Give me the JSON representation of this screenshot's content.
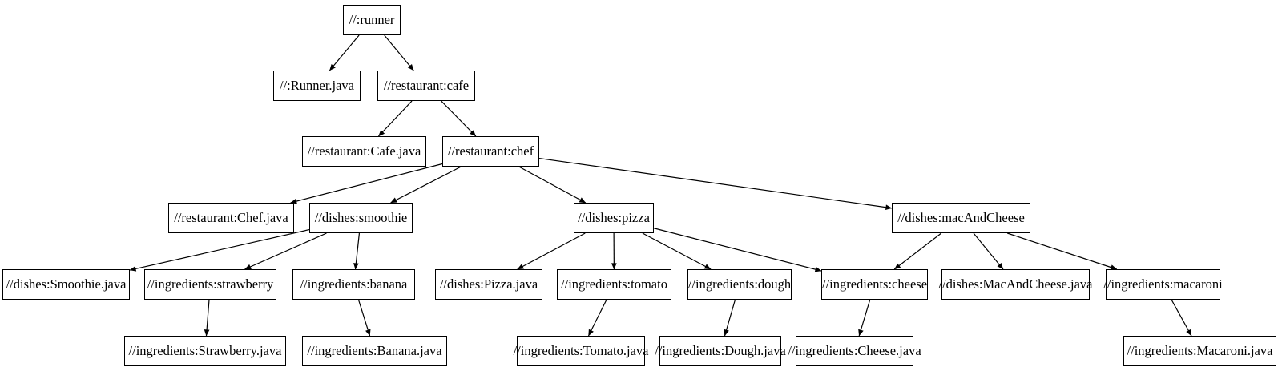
{
  "diagram": {
    "type": "dependency-graph",
    "colors": {
      "background": "#ffffff",
      "node_fill": "#ffffff",
      "node_border": "#000000",
      "text": "#000000",
      "edge": "#000000"
    },
    "nodes": [
      {
        "id": "runner",
        "label": "//:runner"
      },
      {
        "id": "runner_java",
        "label": "//:Runner.java"
      },
      {
        "id": "cafe",
        "label": "//restaurant:cafe"
      },
      {
        "id": "cafe_java",
        "label": "//restaurant:Cafe.java"
      },
      {
        "id": "chef",
        "label": "//restaurant:chef"
      },
      {
        "id": "chef_java",
        "label": "//restaurant:Chef.java"
      },
      {
        "id": "smoothie",
        "label": "//dishes:smoothie"
      },
      {
        "id": "smoothie_java",
        "label": "//dishes:Smoothie.java"
      },
      {
        "id": "strawberry",
        "label": "//ingredients:strawberry"
      },
      {
        "id": "strawberry_java",
        "label": "//ingredients:Strawberry.java"
      },
      {
        "id": "banana",
        "label": "//ingredients:banana"
      },
      {
        "id": "banana_java",
        "label": "//ingredients:Banana.java"
      },
      {
        "id": "pizza",
        "label": "//dishes:pizza"
      },
      {
        "id": "pizza_java",
        "label": "//dishes:Pizza.java"
      },
      {
        "id": "tomato",
        "label": "//ingredients:tomato"
      },
      {
        "id": "tomato_java",
        "label": "//ingredients:Tomato.java"
      },
      {
        "id": "dough",
        "label": "//ingredients:dough"
      },
      {
        "id": "dough_java",
        "label": "//ingredients:Dough.java"
      },
      {
        "id": "cheese",
        "label": "//ingredients:cheese"
      },
      {
        "id": "cheese_java",
        "label": "//ingredients:Cheese.java"
      },
      {
        "id": "mac_and_cheese",
        "label": "//dishes:macAndCheese"
      },
      {
        "id": "mac_and_cheese_java",
        "label": "//dishes:MacAndCheese.java"
      },
      {
        "id": "macaroni",
        "label": "//ingredients:macaroni"
      },
      {
        "id": "macaroni_java",
        "label": "//ingredients:Macaroni.java"
      }
    ],
    "edges": [
      {
        "from": "runner",
        "to": "runner_java"
      },
      {
        "from": "runner",
        "to": "cafe"
      },
      {
        "from": "cafe",
        "to": "cafe_java"
      },
      {
        "from": "cafe",
        "to": "chef"
      },
      {
        "from": "chef",
        "to": "chef_java"
      },
      {
        "from": "chef",
        "to": "smoothie"
      },
      {
        "from": "chef",
        "to": "pizza"
      },
      {
        "from": "chef",
        "to": "mac_and_cheese"
      },
      {
        "from": "smoothie",
        "to": "smoothie_java"
      },
      {
        "from": "smoothie",
        "to": "strawberry"
      },
      {
        "from": "smoothie",
        "to": "banana"
      },
      {
        "from": "strawberry",
        "to": "strawberry_java"
      },
      {
        "from": "banana",
        "to": "banana_java"
      },
      {
        "from": "pizza",
        "to": "pizza_java"
      },
      {
        "from": "pizza",
        "to": "tomato"
      },
      {
        "from": "pizza",
        "to": "dough"
      },
      {
        "from": "pizza",
        "to": "cheese"
      },
      {
        "from": "tomato",
        "to": "tomato_java"
      },
      {
        "from": "dough",
        "to": "dough_java"
      },
      {
        "from": "cheese",
        "to": "cheese_java"
      },
      {
        "from": "mac_and_cheese",
        "to": "cheese"
      },
      {
        "from": "mac_and_cheese",
        "to": "mac_and_cheese_java"
      },
      {
        "from": "mac_and_cheese",
        "to": "macaroni"
      },
      {
        "from": "macaroni",
        "to": "macaroni_java"
      }
    ]
  }
}
